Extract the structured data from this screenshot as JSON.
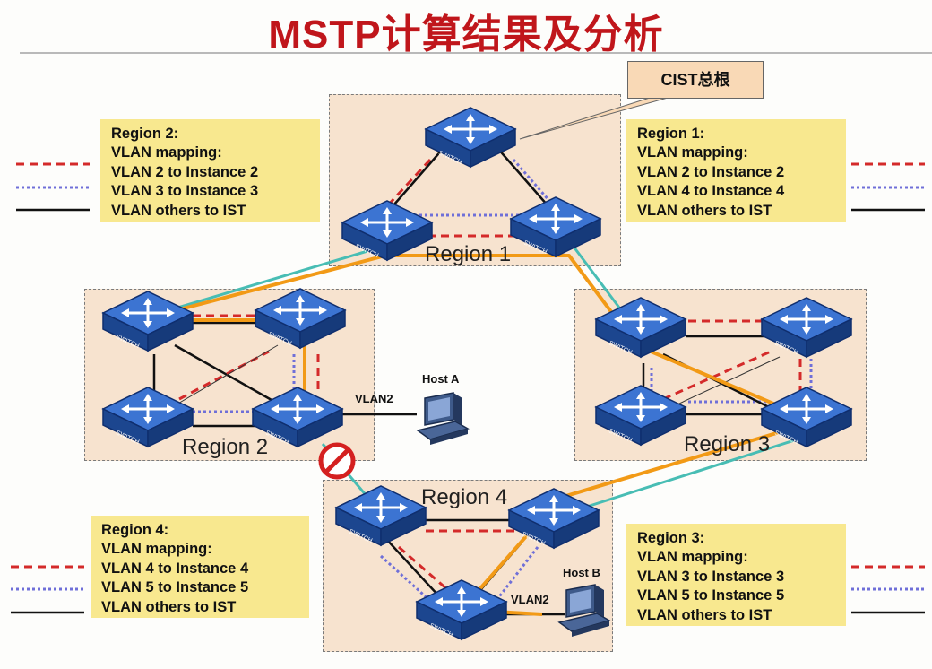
{
  "title": "MSTP计算结果及分析",
  "callout": "CIST总根",
  "regions": {
    "r1": "Region 1",
    "r2": "Region 2",
    "r3": "Region 3",
    "r4": "Region 4"
  },
  "legends": {
    "region1": [
      "Region 1:",
      "VLAN mapping:",
      "VLAN 2 to Instance 2",
      "VLAN 4 to Instance 4",
      "VLAN others to IST"
    ],
    "region2": [
      "Region 2:",
      "VLAN mapping:",
      "VLAN 2 to Instance 2",
      "VLAN 3 to Instance 3",
      "VLAN others to IST"
    ],
    "region3": [
      "Region 3:",
      "VLAN mapping:",
      "VLAN 3 to Instance 3",
      "VLAN 5 to Instance 5",
      "VLAN others to IST"
    ],
    "region4": [
      "Region 4:",
      "VLAN mapping:",
      "VLAN 4 to Instance 4",
      "VLAN 5 to Instance 5",
      "VLAN others to IST"
    ]
  },
  "hosts": {
    "a_label": "Host A",
    "b_label": "Host B",
    "a_vlan": "VLAN2",
    "b_vlan": "VLAN2"
  },
  "switch_text": "SWITCH",
  "colors": {
    "title": "#c0161b",
    "region_fill": "#f7e3cf",
    "legend_fill": "#f8e88f",
    "instance_a": "#d42a2a",
    "instance_b": "#6f6fd8",
    "ist": "#111111",
    "cst_link": "#48bdb4",
    "vlan2_path": "#f29a16",
    "switch_body": "#1f4fa8",
    "blocked": "#d42020"
  }
}
